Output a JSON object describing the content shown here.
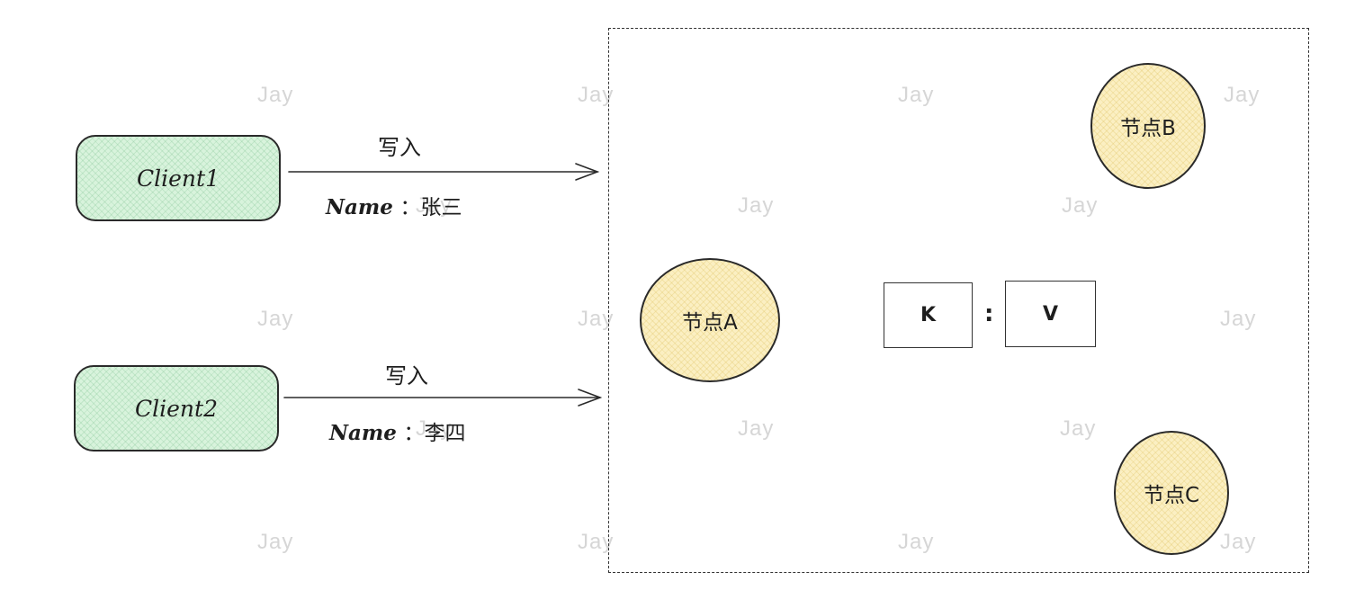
{
  "watermark": "Jay",
  "clients": [
    {
      "label": "Client1",
      "action": "写入",
      "field": "Name",
      "separator": "：",
      "value": "张三"
    },
    {
      "label": "Client2",
      "action": "写入",
      "field": "Name",
      "separator": "：",
      "value": "李四"
    }
  ],
  "nodes": {
    "a": "节点A",
    "b": "节点B",
    "c": "节点C"
  },
  "kv": {
    "key": "K",
    "separator": ":",
    "value": "V"
  },
  "colors": {
    "client_fill": "#d8f3dc",
    "node_fill": "#fbefc2",
    "stroke": "#2a2a2a",
    "watermark": "#d6d6d6"
  }
}
